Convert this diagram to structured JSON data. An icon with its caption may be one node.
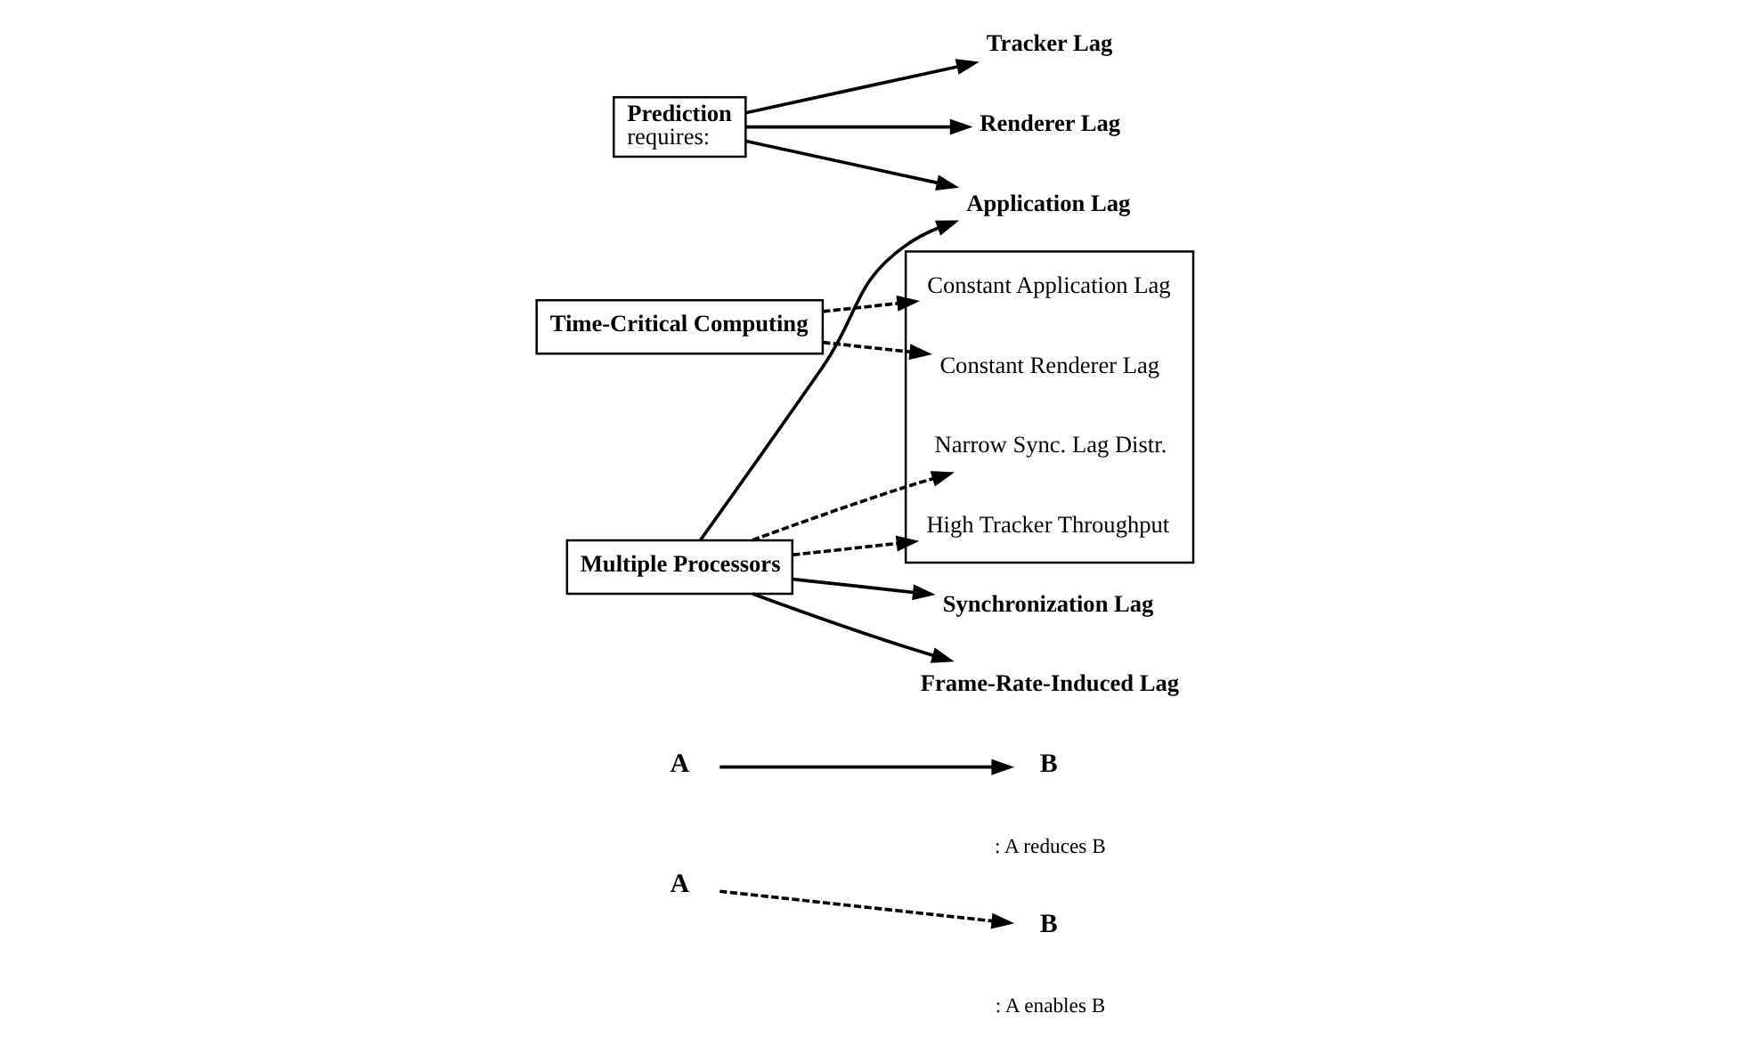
{
  "diagram": {
    "nodes": [
      {
        "text": [
          "Prediction",
          "requires:"
        ]
      },
      {
        "text": [],
        "shape": "box"
      },
      {
        "text": [
          "Constant Application Lag"
        ],
        "in": 1
      },
      {
        "text": [
          "Constant Renderer Lag"
        ],
        "in": 1
      },
      {
        "text": [
          "High Tracker Throughput"
        ],
        "in": 1
      },
      {
        "text": [
          "Narrow Sync. Lag Distr."
        ],
        "in": 1
      },
      {
        "text": [
          "Time-Critical Computing"
        ]
      },
      {
        "text": [
          "Multiple Processors"
        ]
      },
      {
        "text": [
          "Tracker Lag"
        ]
      },
      {
        "text": [
          "Renderer Lag"
        ]
      },
      {
        "text": [
          "Application Lag"
        ]
      },
      {
        "text": [
          "Synchronization Lag"
        ]
      },
      {
        "text": [
          "Frame-Rate-Induced Lag"
        ]
      }
    ],
    "edges": [
      {
        "from": 6,
        "to": 2,
        "arrow": "to",
        "style": "dashed"
      },
      {
        "from": 6,
        "to": 3,
        "arrow": "to",
        "style": "dashed"
      },
      {
        "from": 7,
        "to": 4,
        "arrow": "to",
        "style": "dashed"
      },
      {
        "from": 7,
        "to": 5,
        "arrow": "to",
        "style": "dashed"
      },
      {
        "from": 0,
        "to": 8,
        "arrow": "to"
      },
      {
        "from": 0,
        "to": 9,
        "arrow": "to"
      },
      {
        "from": 0,
        "to": 10,
        "arrow": "to"
      },
      {
        "from": 7,
        "to": 10,
        "arrow": "to"
      },
      {
        "from": 7,
        "to": 11,
        "arrow": "to"
      },
      {
        "from": 7,
        "to": 12,
        "arrow": "to"
      }
    ],
    "labels": [
      "A",
      "B",
      ":",
      "A",
      "B",
      ":"
    ],
    "legend": [
      {
        "text": "A reduces B"
      },
      {
        "text": "A enables B"
      }
    ]
  }
}
